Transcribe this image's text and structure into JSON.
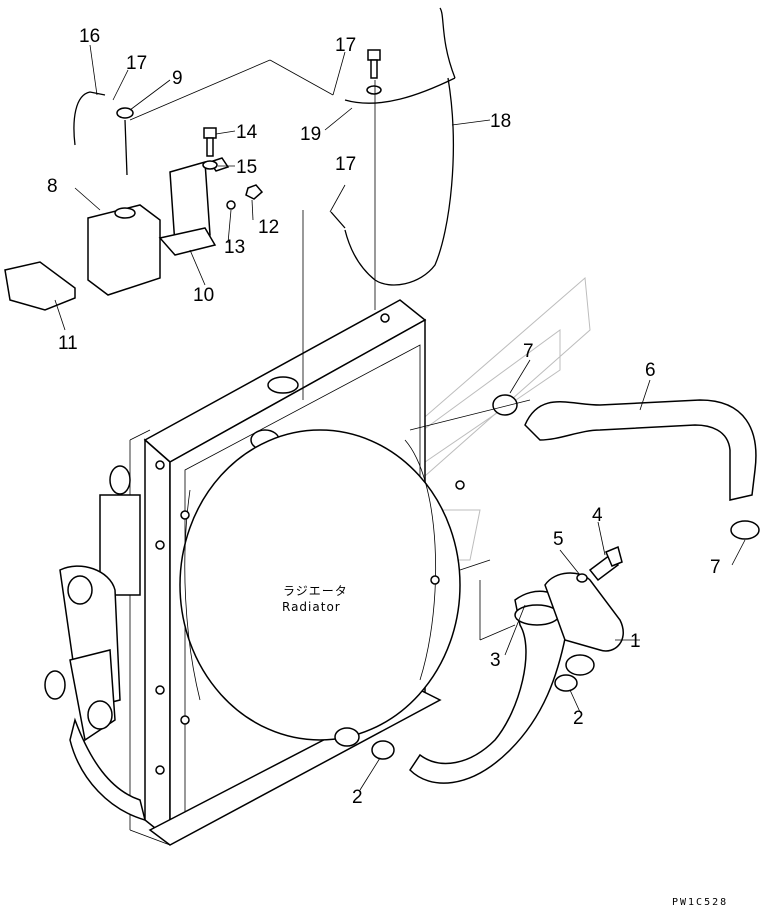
{
  "diagram": {
    "radiator_label_jp": "ラジエータ",
    "radiator_label_en": "Radiator",
    "drawing_code": "PW1C528",
    "callouts": [
      "1",
      "2",
      "2",
      "3",
      "4",
      "5",
      "6",
      "7",
      "7",
      "8",
      "9",
      "10",
      "11",
      "12",
      "13",
      "14",
      "15",
      "16",
      "17",
      "17",
      "17",
      "18",
      "19"
    ]
  }
}
